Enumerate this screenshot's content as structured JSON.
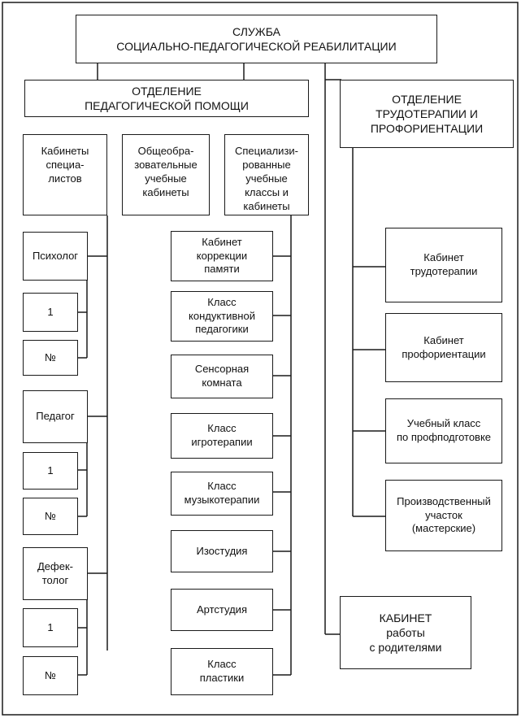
{
  "title": "СЛУЖБА\nСОЦИАЛЬНО-ПЕДАГОГИЧЕСКОЙ РЕАБИЛИТАЦИИ",
  "dept_ped": "ОТДЕЛЕНИЕ\nПЕДАГОГИЧЕСКОЙ ПОМОЩИ",
  "dept_labor": "ОТДЕЛЕНИЕ\nТРУДОТЕРАПИИ И\nПРОФОРИЕНТАЦИИ",
  "col_specialists": "Кабинеты\nспециа-\nлистов",
  "col_general": "Общеобра-\nзовательные\nучебные\nкабинеты",
  "col_special": "Специализи-\nрованные\nучебные\nклассы и\nкабинеты",
  "specialists": [
    {
      "role": "Психолог",
      "first": "1",
      "last": "№"
    },
    {
      "role": "Педагог",
      "first": "1",
      "last": "№"
    },
    {
      "role": "Дефек-\nтолог",
      "first": "1",
      "last": "№"
    }
  ],
  "special_rooms": [
    "Кабинет\nкоррекции\nпамяти",
    "Класс\nкондуктивной\nпедагогики",
    "Сенсорная\nкомната",
    "Класс\nигротерапии",
    "Класс\nмузыкотерапии",
    "Изостудия",
    "Артстудия",
    "Класс\nпластики"
  ],
  "labor_rooms": [
    "Кабинет\nтрудотерапии",
    "Кабинет\nпрофориентации",
    "Учебный класс\nпо профподготовке",
    "Производственный\nучасток\n(мастерские)"
  ],
  "parents": "КАБИНЕТ\nработы\nс родителями"
}
